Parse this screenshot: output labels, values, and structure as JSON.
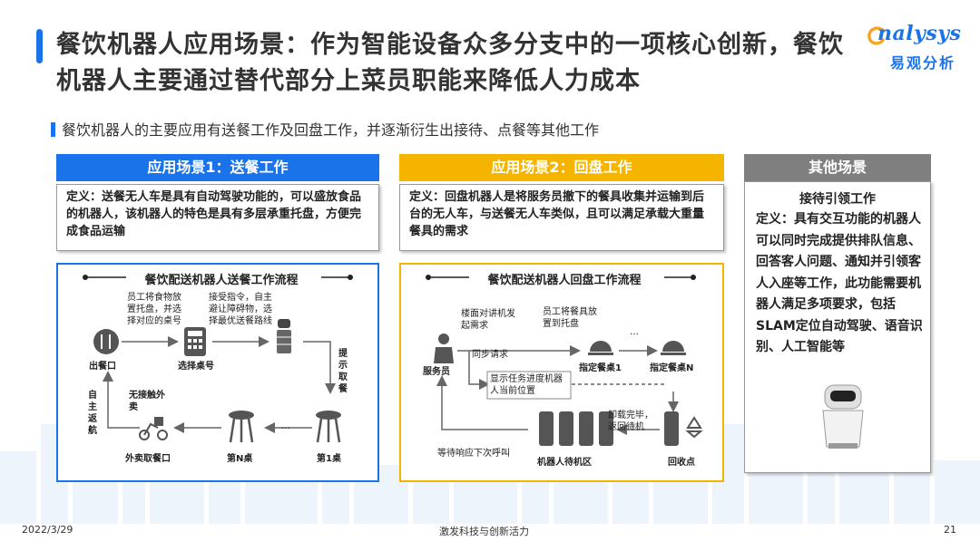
{
  "header": {
    "title": "餐饮机器人应用场景：作为智能设备众多分支中的一项核心创新，餐饮机器人主要通过替代部分上菜员职能来降低人力成本",
    "subtitle": "餐饮机器人的主要应用有送餐工作及回盘工作，并逐渐衍生出接待、点餐等其他工作"
  },
  "logo": {
    "en": "nalysys",
    "cn": "易观分析"
  },
  "scene1": {
    "head": "应用场景1：送餐工作",
    "definition": "定义：送餐无人车是具有自动驾驶功能的，可以盛放食品的机器人，该机器人的特色是具有多层承重托盘，方便完成食品运输",
    "flow_title": "餐饮配送机器人送餐工作流程",
    "labels": {
      "step1": "员工将食物放置托盘，并选择对应的桌号",
      "step2": "接受指令，自主避让障碍物，选择最优送餐路线",
      "outlet": "出餐口",
      "select_table": "选择桌号",
      "remind": "提示取餐",
      "no_contact": "无接触外卖",
      "auto_return": "自主返航",
      "takeout": "外卖取餐口",
      "tableN": "第N桌",
      "table1": "第1桌",
      "dots": "…"
    }
  },
  "scene2": {
    "head": "应用场景2：回盘工作",
    "definition": "定义：回盘机器人是将服务员撤下的餐具收集并运输到后台的无人车，与送餐无人车类似，且可以满足承载大重量餐具的需求",
    "flow_title": "餐饮配送机器人回盘工作流程",
    "labels": {
      "intercom": "楼面对讲机发起需求",
      "place": "员工将餐具放置到托盘",
      "sync": "同步请求",
      "waiter": "服务员",
      "progress": "显示任务进度机器人当前位置",
      "tableA": "指定餐桌1",
      "tableN": "指定餐桌N",
      "unload": "卸载完毕，返回待机",
      "wait": "等待响应下次呼叫",
      "standby": "机器人待机区",
      "recycle": "回收点",
      "dots": "…"
    }
  },
  "scene3": {
    "head": "其他场景",
    "sub": "接待引领工作",
    "definition": "定义：具有交互功能的机器人可以同时完成提供排队信息、回答客人问题、通知并引领客人入座等工作，此功能需要机器人满足多项要求，包括SLAM定位自动驾驶、语音识别、人工智能等"
  },
  "footer": {
    "date": "2022/3/29",
    "center": "激发科技与创新活力",
    "page": "21"
  },
  "colors": {
    "blue": "#1a73e8",
    "orange": "#f5b400",
    "gray": "#7f7f7f"
  }
}
